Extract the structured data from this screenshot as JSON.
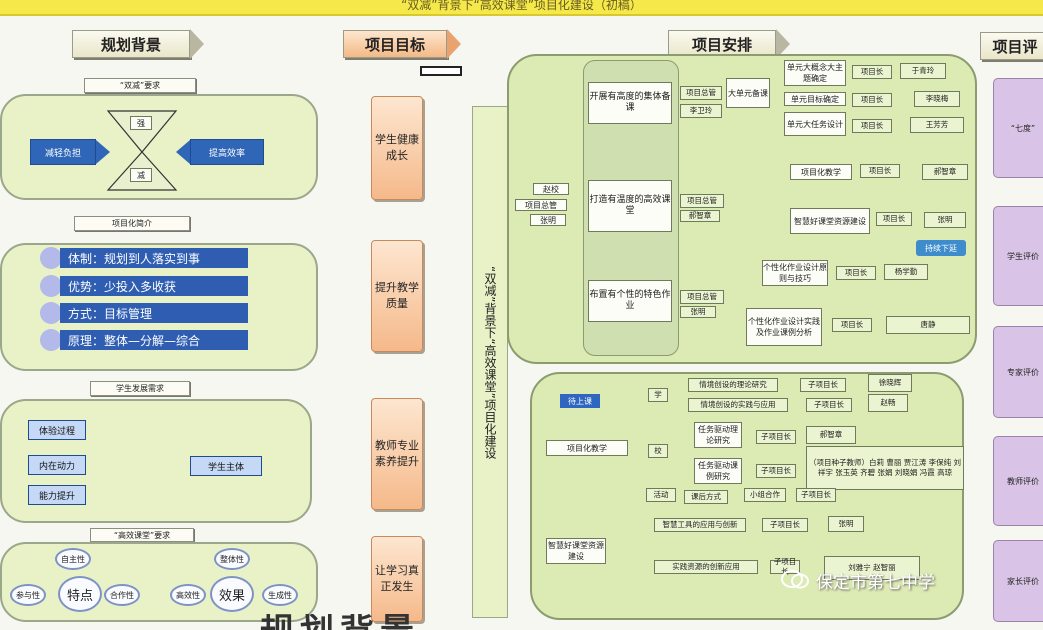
{
  "top_banner": "“双减”背景下“高效课堂”项目化建设（初稿）",
  "headers": {
    "background": "规划背景",
    "goals": "项目目标",
    "arrange": "项目安排",
    "eval": "项目评"
  },
  "background": {
    "shuangjian_caption": "“双减”要求",
    "left_blue": "减轻负担",
    "right_blue": "提高效率",
    "hg_top": "强",
    "hg_bottom": "减",
    "project_caption": "项目化简介",
    "pills": [
      "体制：规划到人落实到事",
      "优势：少投入多收获",
      "方式：目标管理",
      "原理：整体—分解—综合"
    ],
    "dev_caption": "学生发展需求",
    "dev_items": [
      "体验过程",
      "内在动力",
      "能力提升"
    ],
    "dev_center": "学生主体",
    "efficient_caption": "“高效课堂”要求",
    "feature": "特点",
    "effect": "效果",
    "feature_small": [
      "自主性",
      "参与性",
      "合作性"
    ],
    "effect_small": [
      "整体性",
      "高效性",
      "生成性"
    ]
  },
  "goals": {
    "items": [
      "学生健康成长",
      "提升教学质量",
      "教师专业素养提升",
      "让学习真正发生"
    ],
    "vertical_title": "“双减”背景下“高效课堂”项目化建设"
  },
  "arrange": {
    "left_labels": [
      "赵校",
      "项目总管",
      "张明"
    ],
    "col1": [
      "开展有高度的集体备课",
      "打造有温度的高效课堂",
      "布置有个性的特色作业"
    ],
    "s1_a": [
      "项目总管",
      "李卫玲"
    ],
    "s1_b": "大单元备课",
    "s1_c": [
      "单元大概念大主题确定",
      "单元目标确定",
      "单元大任务设计"
    ],
    "s1_lead": "项目长",
    "s1_names": [
      "于青玲",
      "李晓梅",
      "王芳芳"
    ],
    "s2_a": [
      "项目总管",
      "郝智章"
    ],
    "s2_b": [
      "项目化教学",
      "智慧好课堂资源建设"
    ],
    "s2_lead": "项目长",
    "s2_names": [
      "郝智章",
      "张明"
    ],
    "s3_a": [
      "项目总管",
      "张明"
    ],
    "s3_b": [
      "个性化作业设计原则与技巧",
      "个性化作业设计实践及作业课例分析"
    ],
    "s3_lead": "项目长",
    "s3_names": [
      "杨学勤",
      "唐静"
    ],
    "callout": "持续下延"
  },
  "lower": {
    "tag": "待上课",
    "main_label": "项目化教学",
    "main_label2": "智慧好课堂资源建设",
    "side": [
      "学",
      "校",
      "活动"
    ],
    "row1": [
      "情境创设的理论研究",
      "子项目长",
      "徐晓辉"
    ],
    "row2": [
      "情境创设的实践与应用",
      "子项目长",
      "赵畅"
    ],
    "row3": [
      "任务驱动理论研究",
      "子项目长",
      "郝智章"
    ],
    "row4": [
      "任务驱动课例研究",
      "子项目长"
    ],
    "row4_names": "（项目种子教师）白莉 曹丽 贾江涛 李保纯 刘祥宇 张玉英 齐碧 张娟 刘晓娟 冯霞 高琼",
    "row5": [
      "课后方式",
      "小组合作",
      "子项目长"
    ],
    "row6": [
      "智慧工具的应用与创新",
      "子项目长",
      "张明"
    ],
    "row7": [
      "实践资源的创新应用",
      "子项目长",
      "刘雅宁 赵智丽"
    ]
  },
  "eval_items": [
    "“七度”",
    "学生评价",
    "专家评价",
    "教师评价",
    "家长评价"
  ],
  "watermark": "保定市第七中学",
  "bottom_text": "规划背景"
}
